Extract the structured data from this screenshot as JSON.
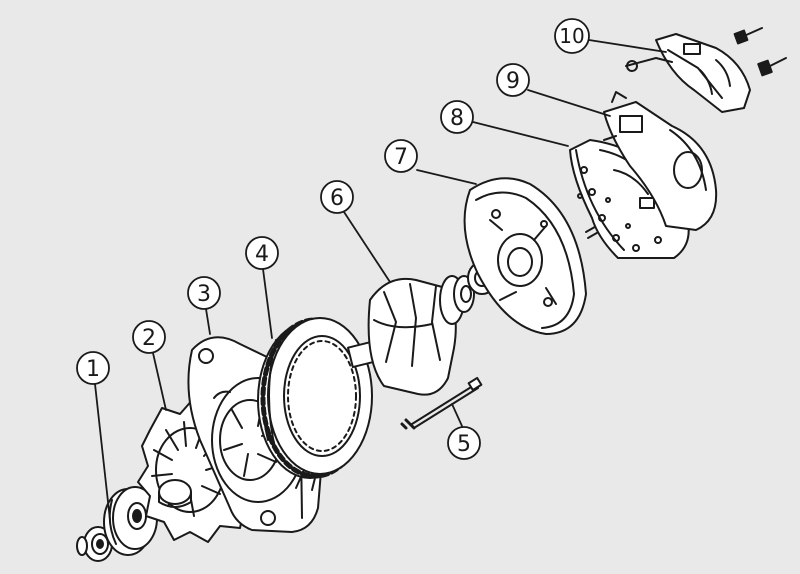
{
  "diagram": {
    "callouts": [
      {
        "id": "1",
        "label": "1"
      },
      {
        "id": "2",
        "label": "2"
      },
      {
        "id": "3",
        "label": "3"
      },
      {
        "id": "4",
        "label": "4"
      },
      {
        "id": "5",
        "label": "5"
      },
      {
        "id": "6",
        "label": "6"
      },
      {
        "id": "7",
        "label": "7"
      },
      {
        "id": "8",
        "label": "8"
      },
      {
        "id": "9",
        "label": "9"
      },
      {
        "id": "10",
        "label": "10"
      }
    ],
    "colors": {
      "background": "#e9e9e9",
      "ink": "#1a1a1a",
      "paper": "#ffffff"
    }
  }
}
